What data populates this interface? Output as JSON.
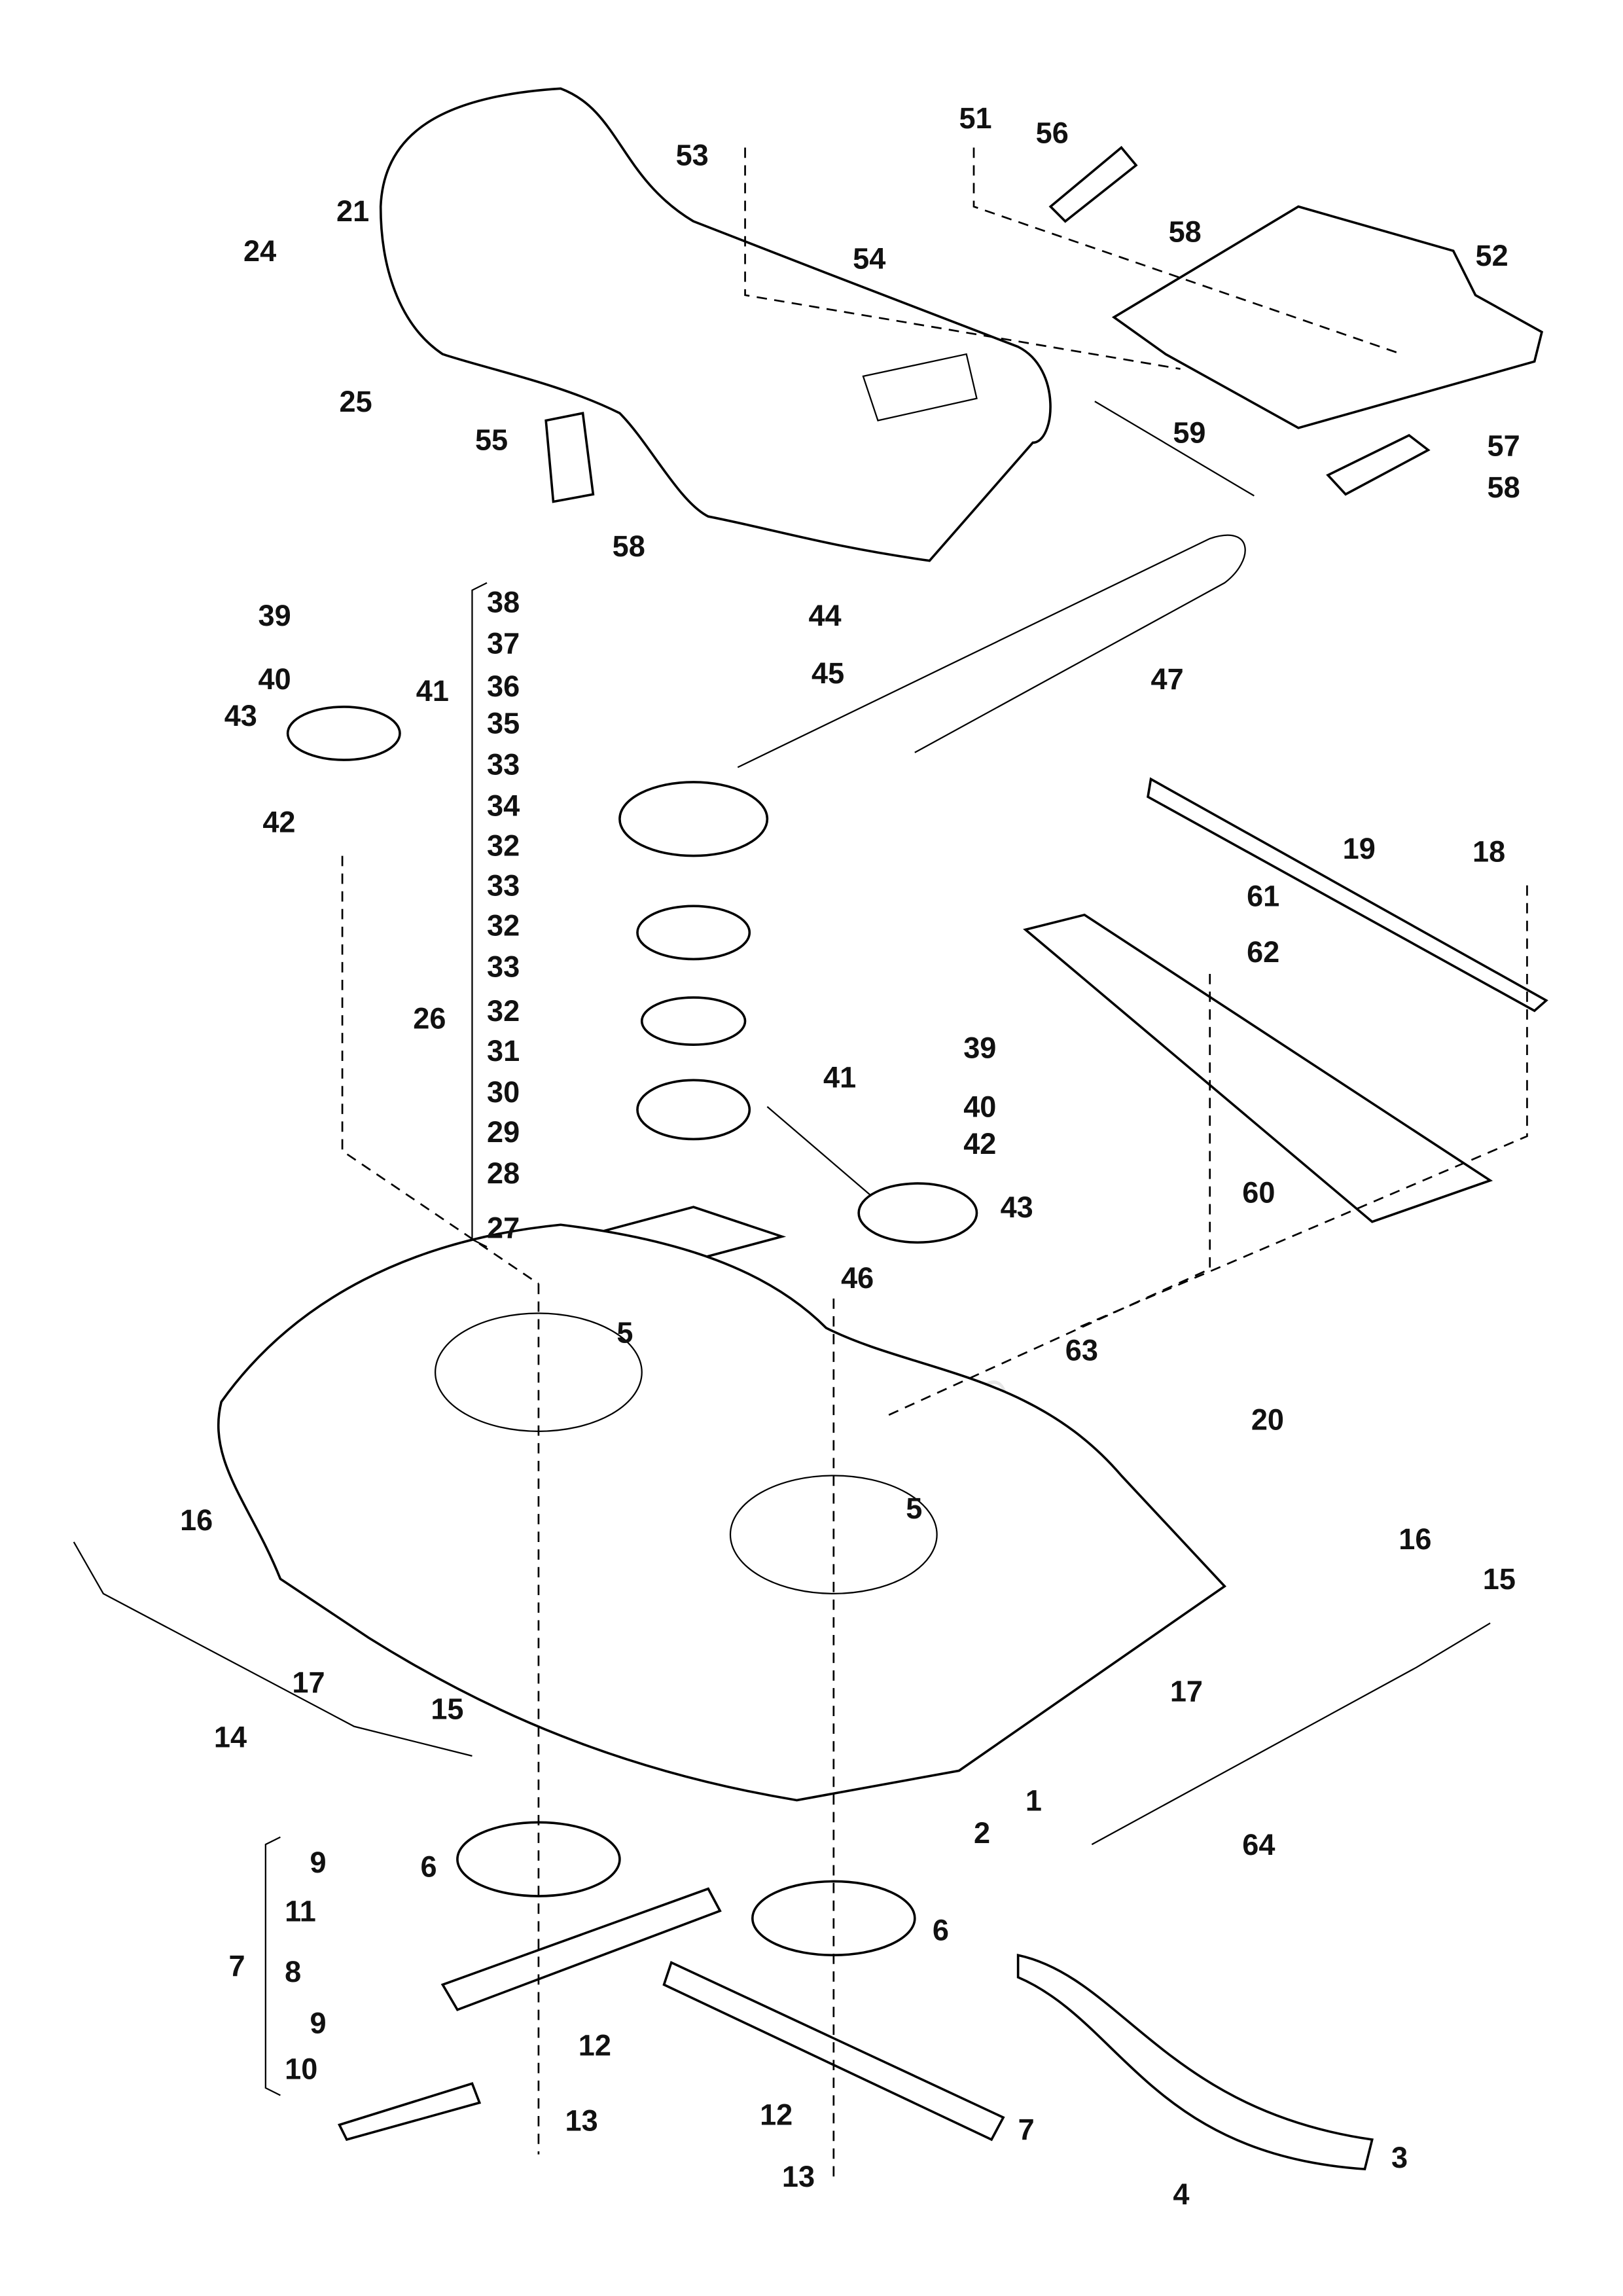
{
  "diagram": {
    "type": "exploded parts diagram",
    "watermark": "GARDEN",
    "part_labels": [
      "51",
      "56",
      "53",
      "21",
      "24",
      "58",
      "54",
      "52",
      "25",
      "55",
      "59",
      "57",
      "58",
      "58",
      "39",
      "38",
      "44",
      "37",
      "40",
      "41",
      "36",
      "45",
      "47",
      "43",
      "35",
      "33",
      "34",
      "42",
      "32",
      "19",
      "18",
      "33",
      "61",
      "32",
      "62",
      "33",
      "26",
      "32",
      "31",
      "39",
      "41",
      "30",
      "40",
      "29",
      "42",
      "28",
      "43",
      "60",
      "27",
      "46",
      "5",
      "63",
      "20",
      "16",
      "5",
      "16",
      "15",
      "17",
      "17",
      "14",
      "15",
      "1",
      "2",
      "64",
      "6",
      "9",
      "11",
      "6",
      "7",
      "8",
      "12",
      "9",
      "10",
      "13",
      "12",
      "7",
      "3",
      "13",
      "4"
    ]
  }
}
